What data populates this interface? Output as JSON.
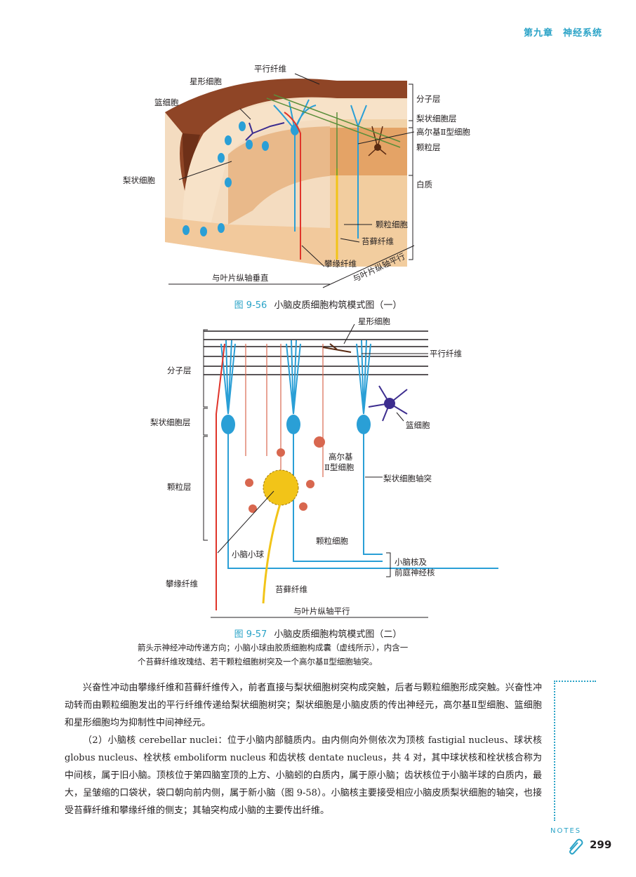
{
  "header": {
    "chapter": "第九章",
    "title": "神经系统"
  },
  "figure1": {
    "labels": {
      "parallel_fiber": "平行纤维",
      "stellate": "星形细胞",
      "basket": "篮细胞",
      "purkinje": "梨状细胞",
      "molecular_layer": "分子层",
      "purkinje_layer": "梨状细胞层",
      "golgi": "高尔基Ⅱ型细胞",
      "granular_layer": "颗粒层",
      "white_matter": "白质",
      "granule_cell": "颗粒细胞",
      "mossy_fiber": "苔藓纤维",
      "climbing_fiber": "攀缘纤维",
      "perpendicular": "与叶片纵轴垂直",
      "parallel_axis": "与叶片纵轴平行"
    },
    "caption_num": "图 9-56",
    "caption_text": "小脑皮质细胞构筑模式图（一）"
  },
  "figure2": {
    "labels": {
      "stellate": "星形细胞",
      "parallel_fiber": "平行纤维",
      "molecular_layer": "分子层",
      "purkinje_layer": "梨状细胞层",
      "basket": "篮细胞",
      "golgi_1": "高尔基",
      "golgi_2": "Ⅱ型细胞",
      "granular_layer": "颗粒层",
      "purkinje_axon": "梨状细胞轴突",
      "granule_cell": "颗粒细胞",
      "glomerulus": "小脑小球",
      "nuclei_1": "小脑核及",
      "nuclei_2": "前庭神经核",
      "climbing_fiber": "攀缘纤维",
      "mossy_fiber": "苔藓纤维",
      "parallel_axis": "与叶片纵轴平行"
    },
    "caption_num": "图 9-57",
    "caption_text": "小脑皮质细胞构筑模式图（二）",
    "note_1": "箭头示神经冲动传递方向；小脑小球由胶质细胞构成囊（虚线所示），内含一",
    "note_2": "个苔藓纤维玫瑰结、若干颗粒细胞树突及一个高尔基Ⅱ型细胞轴突。"
  },
  "body": {
    "p1": "兴奋性冲动由攀缘纤维和苔藓纤维传入，前者直接与梨状细胞树突构成突触，后者与颗粒细胞形成突触。兴奋性冲动转而由颗粒细胞发出的平行纤维传递给梨状细胞树突；梨状细胞是小脑皮质的传出神经元，高尔基Ⅱ型细胞、篮细胞和星形细胞均为抑制性中间神经元。",
    "p2_a": "（2）",
    "p2_term": "小脑核",
    "p2_b": " cerebellar nuclei：位于小脑内部髓质内。由内侧向外侧依次为",
    "p2_t1": "顶核",
    "p2_c": " fastigial nucleus、",
    "p2_t2": "球状核",
    "p2_d": " globus nucleus、",
    "p2_t3": "栓状核",
    "p2_e": " emboliform nucleus 和",
    "p2_t4": "齿状核",
    "p2_f": " dentate nucleus，共 4 对，其中球状核和栓状核合称为中间核，属于旧小脑。顶核位于第四脑室顶的上方、小脑蚓的白质内，属于原小脑；齿状核位于小脑半球的白质内，最大，呈皱缩的口袋状，袋口朝向前内侧，属于新小脑（图 9-58）。小脑核主要接受相应小脑皮质梨状细胞的轴突，也接受苔藓纤维和攀缘纤维的侧支；其轴突构成小脑的主要传出纤维。"
  },
  "footer": {
    "notes": "NOTES",
    "page": "299"
  },
  "colors": {
    "accent": "#2aa3c7",
    "purkinje": "#2a9fd6",
    "climbing": "#e0342a",
    "mossy": "#f2c418",
    "basket": "#3d2d8f",
    "granule": "#d8674f"
  }
}
